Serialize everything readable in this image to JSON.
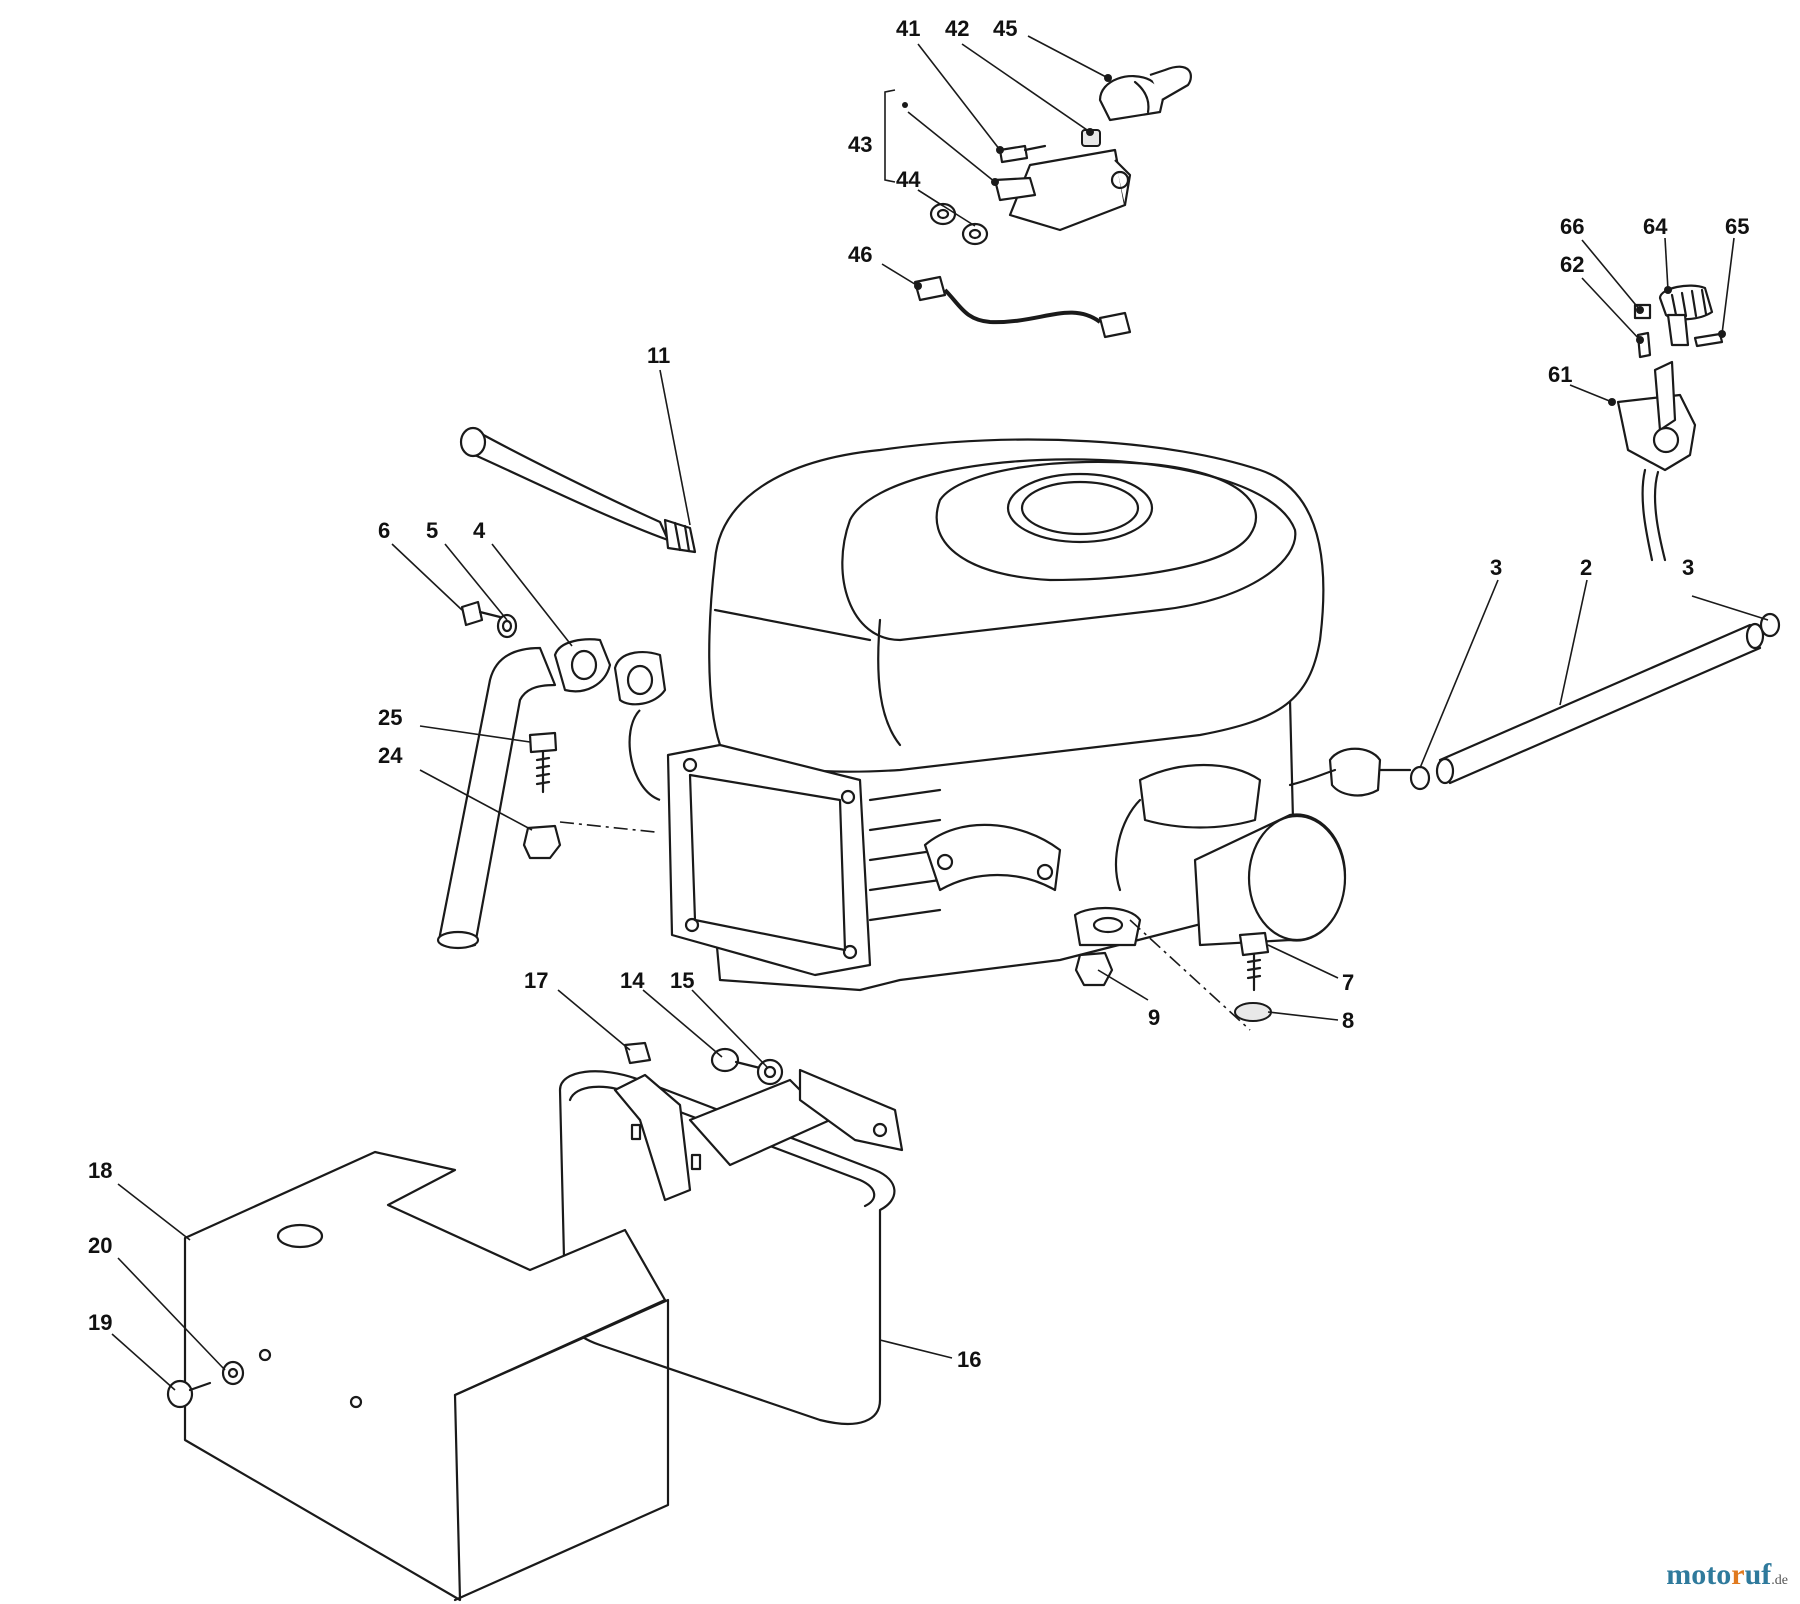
{
  "callouts": [
    "41",
    "42",
    "45",
    "43",
    "44",
    "46",
    "66",
    "64",
    "65",
    "62",
    "61",
    "11",
    "6",
    "5",
    "4",
    "25",
    "24",
    "3",
    "2",
    "3",
    "7",
    "9",
    "8",
    "17",
    "14",
    "15",
    "18",
    "20",
    "19",
    "16"
  ],
  "watermark": {
    "brand_start": "moto",
    "brand_accent": "r",
    "brand_end": "uf",
    "tld": ".de"
  }
}
